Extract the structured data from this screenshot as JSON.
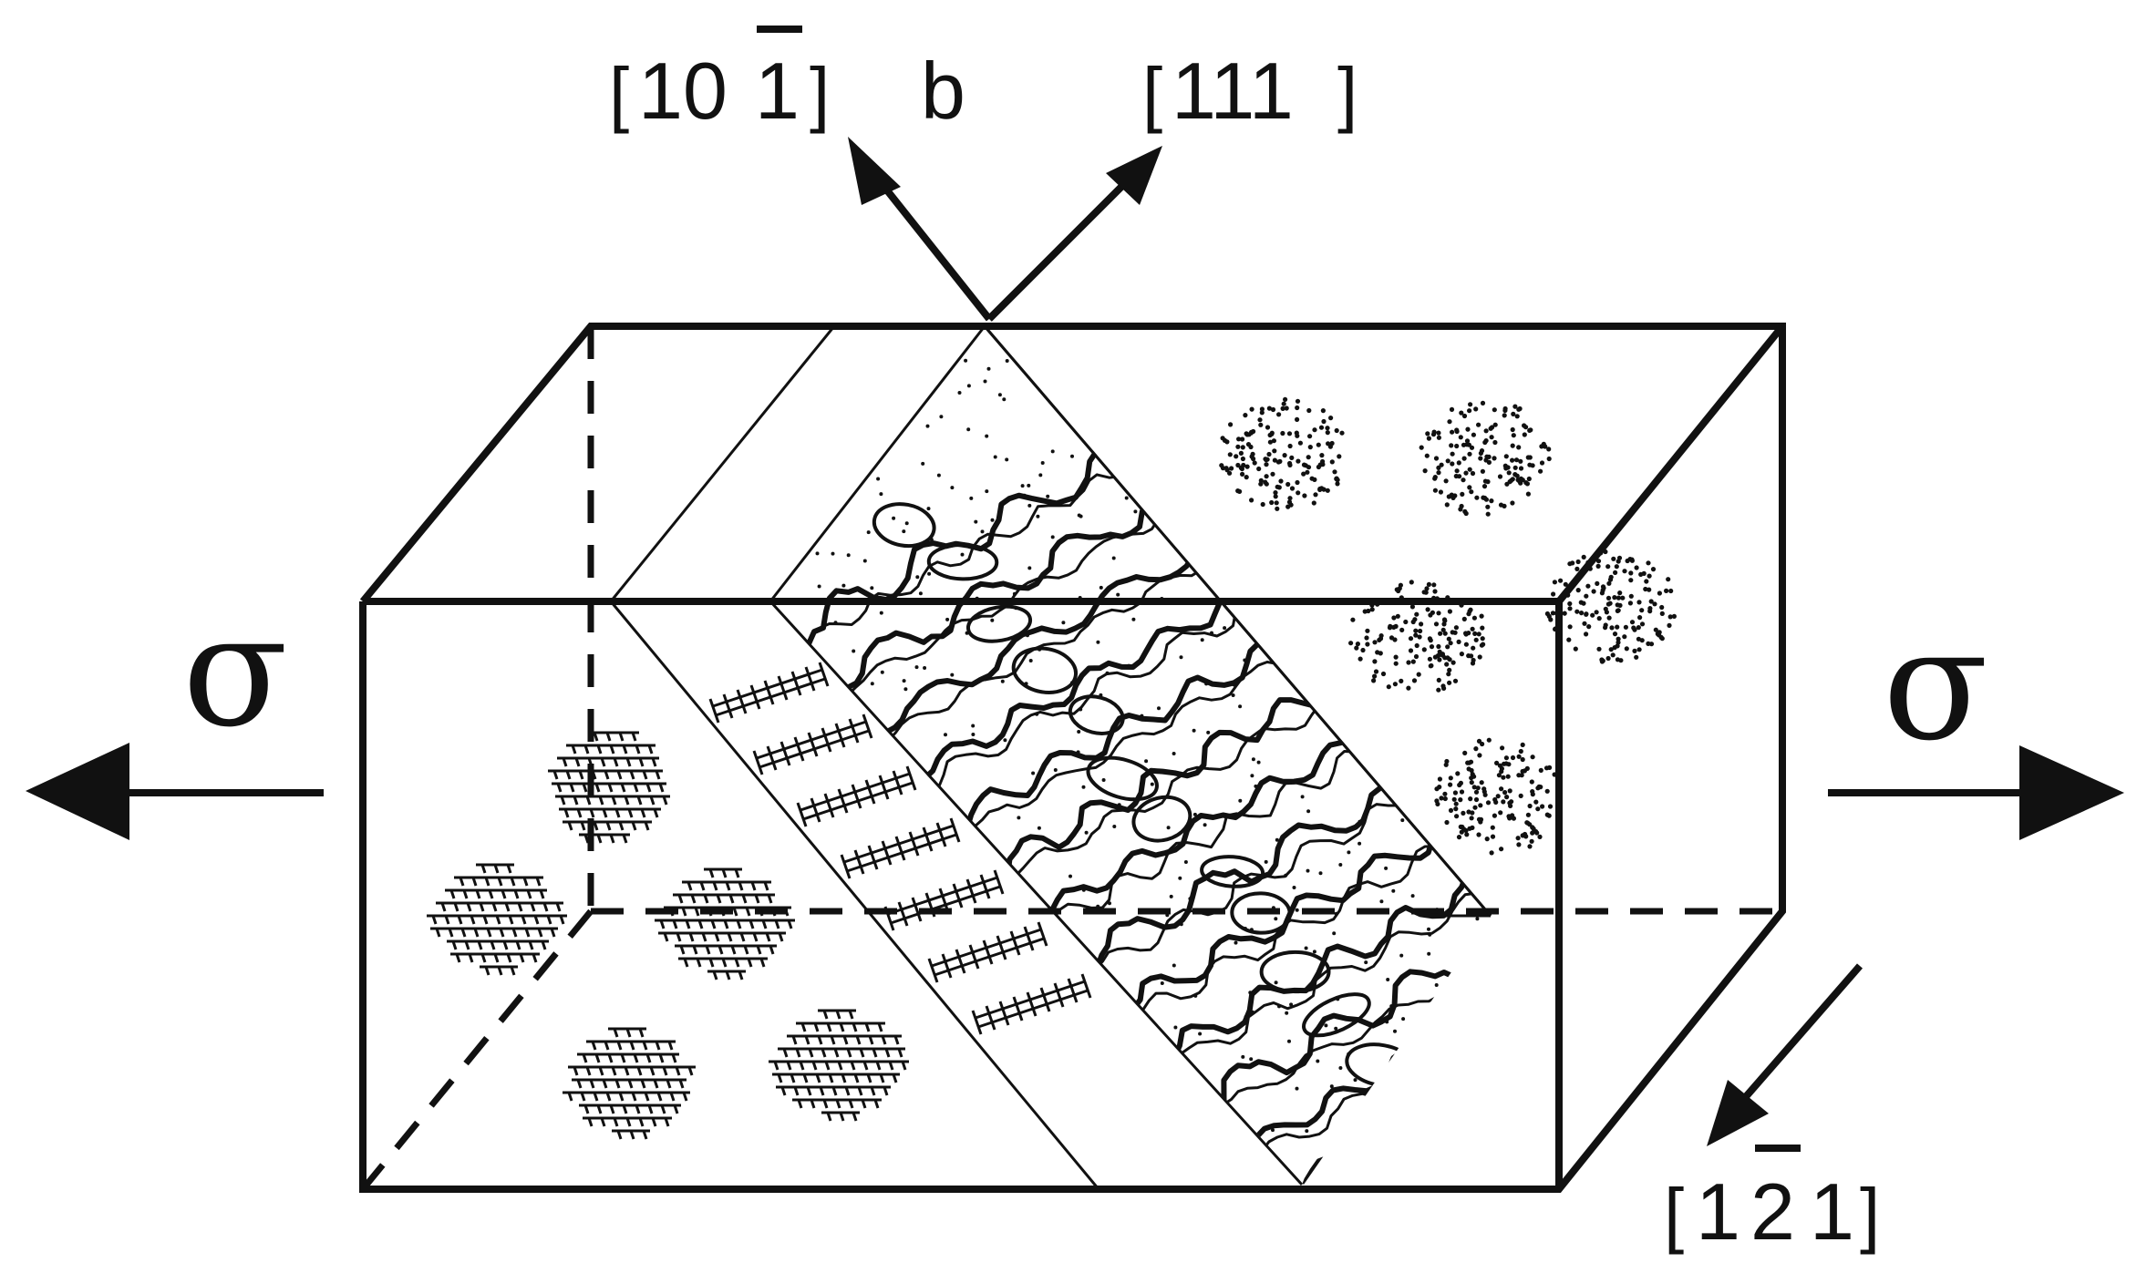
{
  "colors": {
    "ink": "#111111",
    "paper": "#ffffff"
  },
  "labels": {
    "dir_top_left_digits": "10",
    "dir_top_left_bar_digit": "1",
    "burgers_vector": "b",
    "dir_top_right_digits": "111",
    "dir_bottom_first_digit": "1",
    "dir_bottom_bar_digit": "2",
    "dir_bottom_last_digit": "1",
    "stress_left": "σ",
    "stress_right": "σ"
  },
  "icons": {
    "left_clusters": "dislocation-cross-cluster-icon",
    "right_clusters": "dotted-cluster-icon",
    "band": "tangled-dislocation-band-icon"
  }
}
